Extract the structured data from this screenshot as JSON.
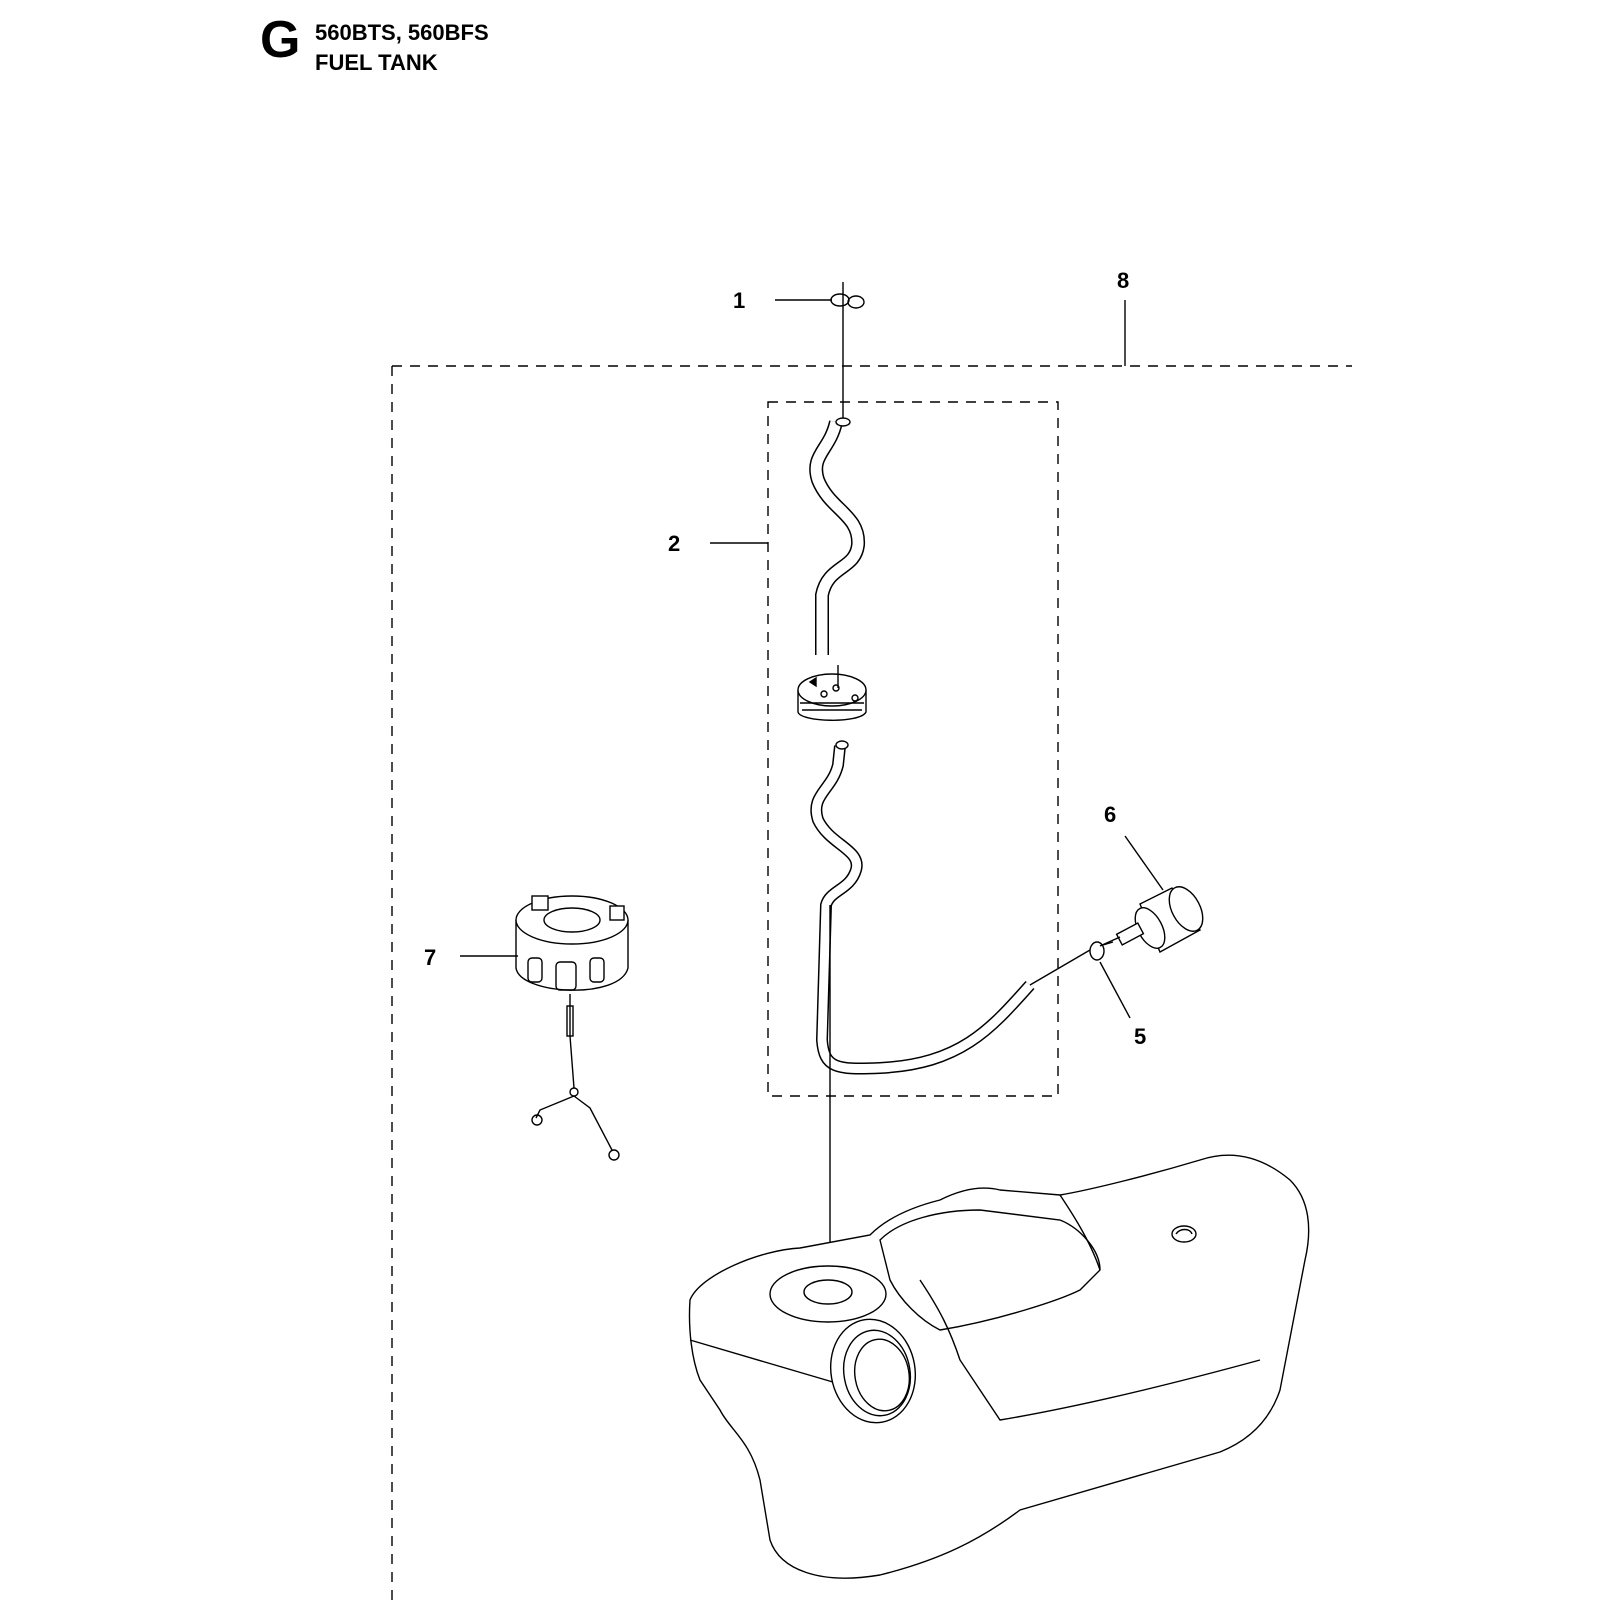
{
  "header": {
    "section_letter": "G",
    "models": "560BTS, 560BFS",
    "title": "FUEL TANK"
  },
  "callouts": [
    {
      "id": "1",
      "label": "1"
    },
    {
      "id": "2",
      "label": "2"
    },
    {
      "id": "5",
      "label": "5"
    },
    {
      "id": "6",
      "label": "6"
    },
    {
      "id": "7",
      "label": "7"
    },
    {
      "id": "8",
      "label": "8"
    }
  ],
  "colors": {
    "line": "#000000",
    "background": "#ffffff",
    "fill": "#ffffff"
  }
}
